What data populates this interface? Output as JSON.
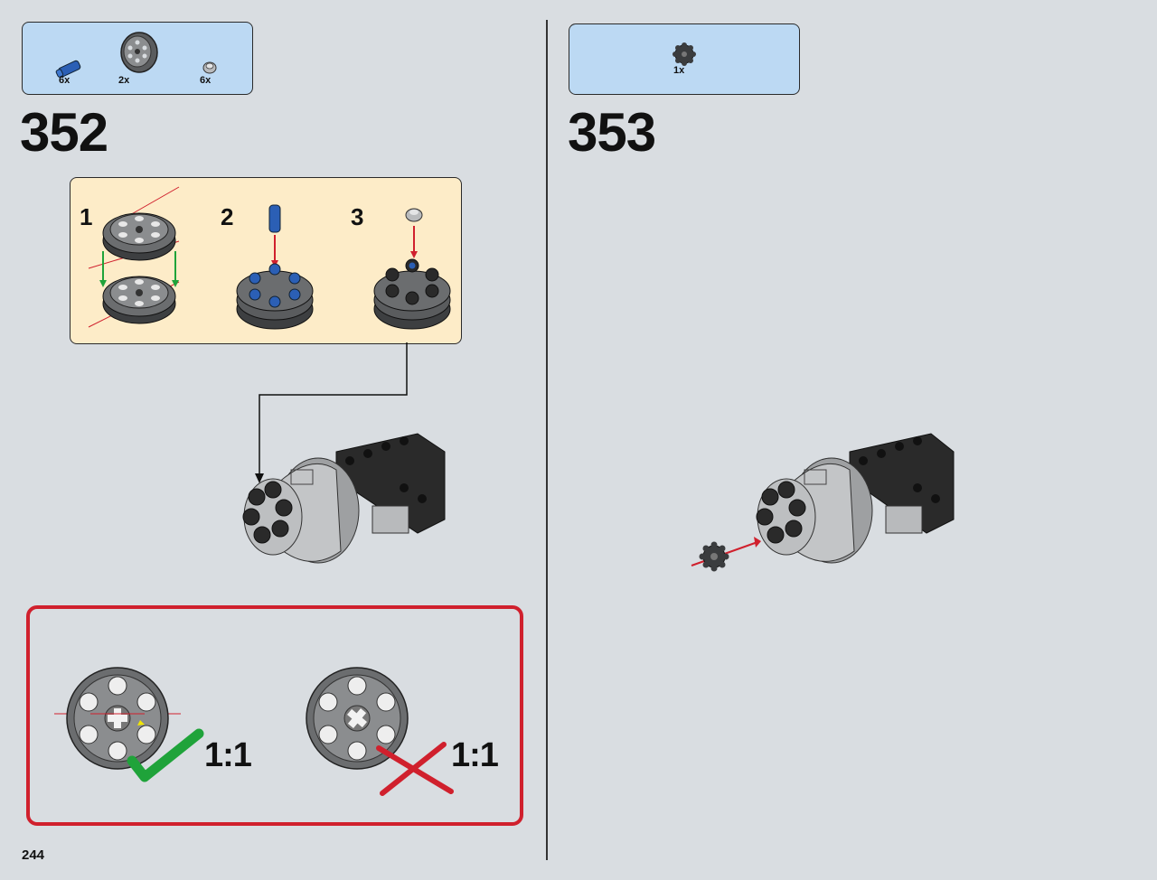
{
  "step_352": {
    "number": "352",
    "parts": [
      {
        "name": "blue-pin-icon",
        "qty": "6x"
      },
      {
        "name": "wheel-icon",
        "qty": "2x"
      },
      {
        "name": "round-stud-icon",
        "qty": "6x"
      }
    ],
    "sub_steps": [
      "1",
      "2",
      "3"
    ]
  },
  "step_353": {
    "number": "353",
    "parts": [
      {
        "name": "gear-icon",
        "qty": "1x"
      }
    ]
  },
  "warning": {
    "correct_ratio": "1:1",
    "wrong_ratio": "1:1"
  },
  "page_number": "244",
  "colors": {
    "background": "#d9dde1",
    "parts_box": "#bcd9f3",
    "substep_box": "#fdecc8",
    "warning_border": "#d0202d",
    "check_green": "#1fa33a",
    "cross_red": "#d0202d"
  }
}
